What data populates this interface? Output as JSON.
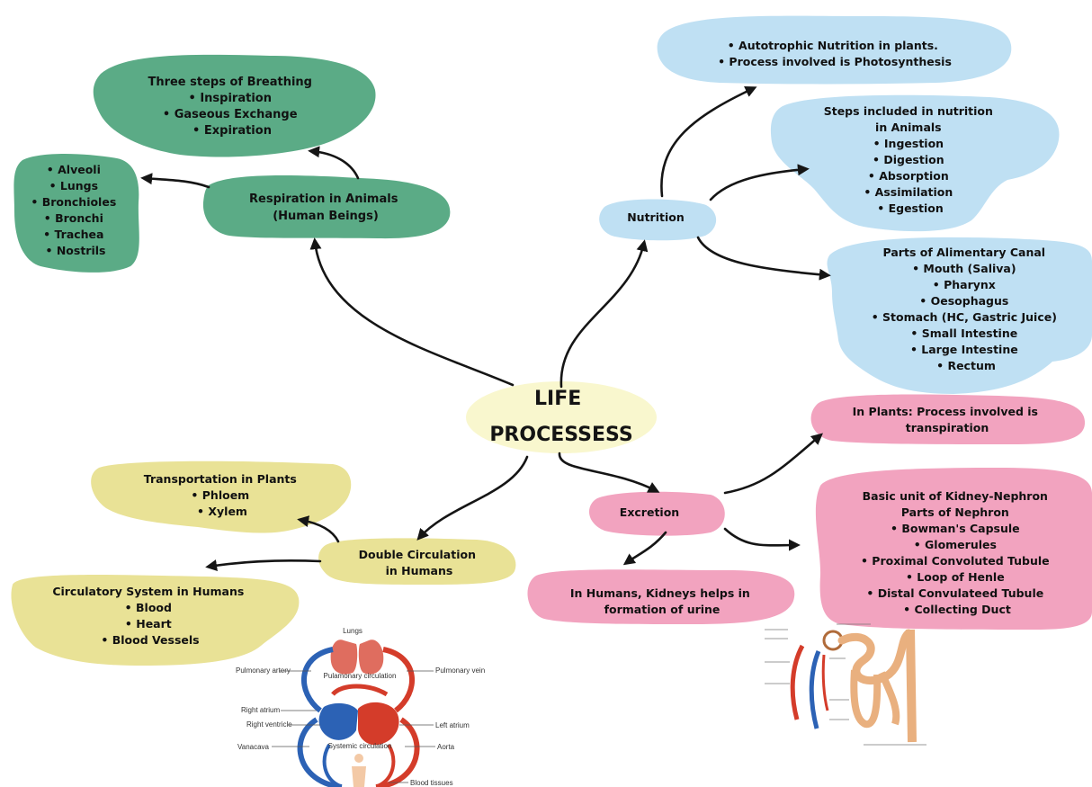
{
  "title": {
    "line1": "LIFE",
    "line2": "PROCESSESS"
  },
  "colors": {
    "respiration": "#5bab86",
    "nutrition": "#bfe0f3",
    "excretion": "#f2a3bf",
    "circulation": "#e9e296",
    "highlight": "#f4f0a6",
    "artery": "#d43c2a",
    "vein": "#2c62b5",
    "kidney": "#e9b07f"
  },
  "respiration": {
    "hub": [
      "Respiration in Animals",
      "(Human Beings)"
    ],
    "breathing": [
      "Three steps of Breathing",
      "• Inspiration",
      "• Gaseous Exchange",
      "• Expiration"
    ],
    "organs": [
      "• Alveoli",
      "• Lungs",
      "• Bronchioles",
      "• Bronchi",
      "• Trachea",
      "• Nostrils"
    ]
  },
  "nutrition": {
    "hub": [
      "Nutrition"
    ],
    "autotrophic": [
      "• Autotrophic Nutrition in plants.",
      "• Process involved is Photosynthesis"
    ],
    "animals": [
      "Steps included in nutrition",
      "in Animals",
      "• Ingestion",
      "• Digestion",
      "• Absorption",
      "• Assimilation",
      "• Egestion"
    ],
    "canal": [
      "Parts of Alimentary Canal",
      "• Mouth (Saliva)",
      "• Pharynx",
      "• Oesophagus",
      "• Stomach (HC, Gastric Juice)",
      "• Small Intestine",
      "• Large Intestine",
      "• Rectum"
    ]
  },
  "excretion": {
    "hub": [
      "Excretion"
    ],
    "plants": [
      "In Plants: Process involved is",
      "transpiration"
    ],
    "humans": [
      "In Humans, Kidneys helps in",
      "formation of urine"
    ],
    "nephron": [
      "Basic unit of Kidney-Nephron",
      "Parts of Nephron",
      "• Bowman's Capsule",
      "• Glomerules",
      "• Proximal Convoluted Tubule",
      "• Loop of Henle",
      "• Distal Convulateed Tubule",
      "• Collecting Duct"
    ]
  },
  "circulation": {
    "hub": [
      "Double Circulation",
      "in Humans"
    ],
    "plants": [
      "Transportation in Plants",
      "• Phloem",
      "• Xylem"
    ],
    "system": [
      "Circulatory System in Humans",
      "• Blood",
      "• Heart",
      "• Blood Vessels"
    ]
  },
  "heart_diagram": {
    "labels": [
      "Lungs",
      "Pulmonary artery",
      "Pulamonary circulation",
      "Pulmonary vein",
      "Right atrium",
      "Right ventricle",
      "Left atrium",
      "Vanacava",
      "Systemic circulation",
      "Aorta",
      "Blood tissues"
    ]
  }
}
